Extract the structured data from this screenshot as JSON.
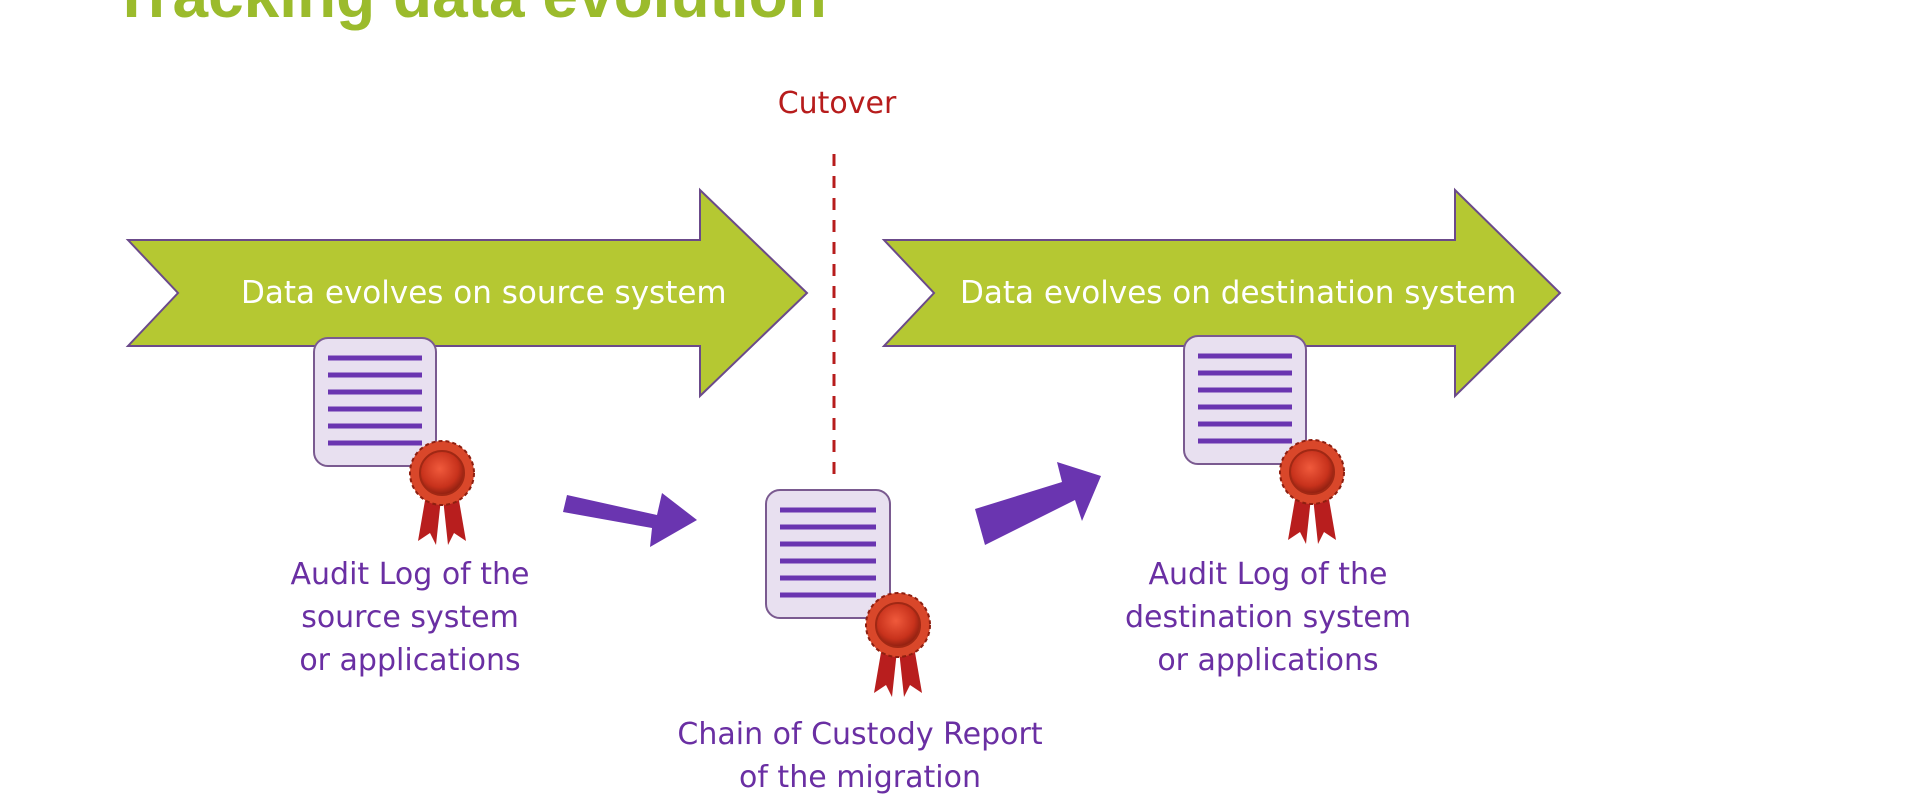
{
  "title": "Tracking data evolution",
  "cutover": {
    "label": "Cutover"
  },
  "timeline": {
    "source_arrow": "Data evolves on source system",
    "destination_arrow": "Data evolves on destination system"
  },
  "captions": {
    "source_log": [
      "Audit Log of the",
      "source system",
      "or applications"
    ],
    "custody_report": [
      "Chain of Custody Report",
      "of the migration"
    ],
    "destination_log": [
      "Audit Log of the",
      "destination system",
      "or applications"
    ]
  },
  "icons": {
    "certificate": "certificate-icon",
    "flow_arrow": "flow-arrow-icon"
  },
  "colors": {
    "title": "#9bbb2c",
    "arrow_fill": "#b5c832",
    "arrow_stroke": "#6b4a8a",
    "cutover": "#b71c1c",
    "document_lines": "#6a35b0",
    "document_fill": "#e8e0f0",
    "document_stroke": "#7a5a90",
    "seal": "#d63b1f",
    "caption": "#6a2fa3"
  }
}
